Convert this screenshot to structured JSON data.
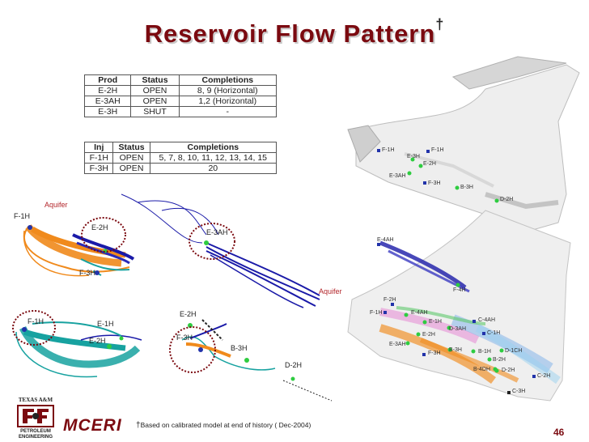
{
  "title": "Reservoir Flow Pattern",
  "title_mark": "†",
  "producers_table": {
    "headers": [
      "Prod",
      "Status",
      "Completions"
    ],
    "rows": [
      [
        "E-2H",
        "OPEN",
        "8, 9 (Horizontal)"
      ],
      [
        "E-3AH",
        "OPEN",
        "1,2 (Horizontal)"
      ],
      [
        "E-3H",
        "SHUT",
        "-"
      ]
    ]
  },
  "injectors_table": {
    "headers": [
      "Inj",
      "Status",
      "Completions"
    ],
    "rows": [
      [
        "F-1H",
        "OPEN",
        "5, 7, 8, 10, 11, 12, 13, 14, 15"
      ],
      [
        "F-3H",
        "OPEN",
        "20"
      ]
    ]
  },
  "labels": {
    "aquifer_1": "Aquifer",
    "aquifer_2": "Aquifer",
    "p1_f1h": "F-1H",
    "p1_e2h": "E-2H",
    "p1_f3h": "F-3H",
    "p2_e3ah": "E-3AH",
    "p3_f1h": "F-1H",
    "p3_e1h": "E-1H",
    "p3_e2h": "E-2H",
    "p4_e2h": "E-2H",
    "p4_f3h": "F-3H",
    "p4_b3h": "B-3H",
    "p4_d2h": "D-2H",
    "m1_f1h": "F-1H",
    "m1_f1h_b": "F-1H",
    "m1_e3h": "E-3H",
    "m1_e2h": "E-2H",
    "m1_e3ah": "E-3AH",
    "m1_f3h": "F-3H",
    "m1_b3h": "B-3H",
    "m1_d2h": "D-2H",
    "m2_e4ah": "E-4AH",
    "m2_f4h": "F-4H",
    "m2_f2h": "F-2H",
    "m2_f1h": "F-1H",
    "m2_e4ah_b": "E-4AH",
    "m2_c4ah": "C-4AH",
    "m2_e1h": "E-1H",
    "m2_d3ah": "D-3AH",
    "m2_c1h": "C-1H",
    "m2_e2h": "E-2H",
    "m2_e3ah": "E-3AH",
    "m2_f3h": "F-3H",
    "m2_b3h": "B-3H",
    "m2_b1h": "B-1H",
    "m2_d1ch": "D-1CH",
    "m2_b2h": "B-2H",
    "m2_b4dh": "B-4DH",
    "m2_d2h": "D-2H",
    "m2_c2h": "C-2H",
    "m2_c3h": "C-3H"
  },
  "footer": {
    "logo_top": "TEXAS A&M",
    "logo_bottom_1": "PETROLEUM",
    "logo_bottom_2": "ENGINEERING",
    "brand": "MCERI",
    "footnote_mark": "†",
    "footnote": "Based on calibrated model at end of history ( Dec-2004)",
    "page_number": "46"
  },
  "colors": {
    "title": "#7b0a10",
    "producer_dot": "#2ecc40",
    "injector_dot": "#2233aa",
    "flow_blue": "#1a1aa8",
    "flow_orange": "#f08a1c",
    "flow_teal": "#17a2a0",
    "circle_red": "#7b0a10"
  }
}
